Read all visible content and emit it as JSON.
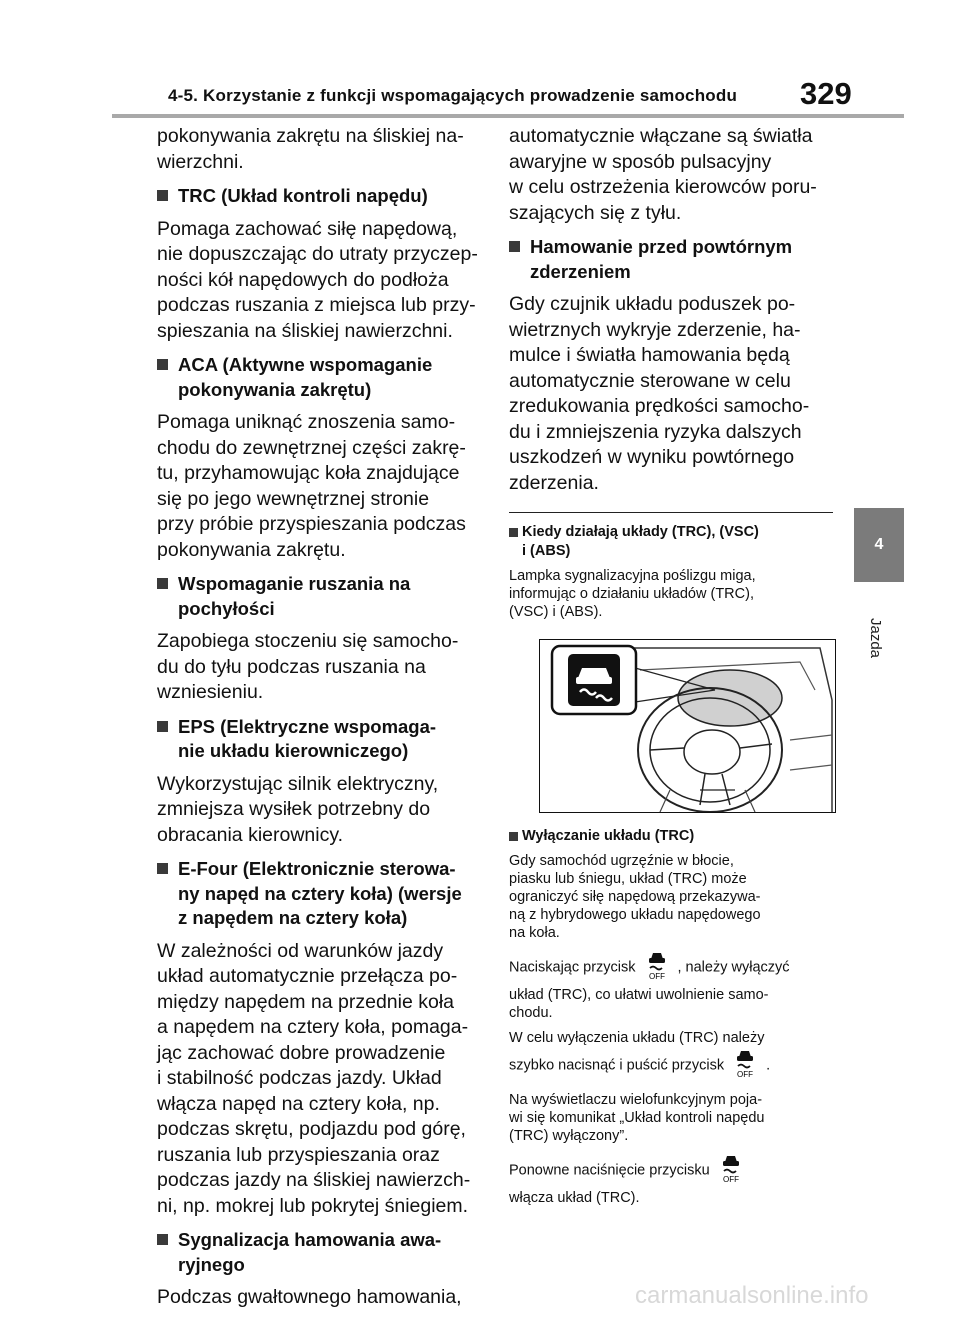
{
  "header": {
    "title": "4-5. Korzystanie z funkcji wspomagających prowadzenie samochodu",
    "page_number": "329"
  },
  "side_tab": {
    "number": "4",
    "label": "Jazda"
  },
  "left": {
    "p0": "pokonywania zakrętu na śliskiej na-\nwierzchni.",
    "h1": "TRC (Układ kontroli napędu)",
    "p1": "Pomaga zachować siłę napędową,\nnie dopuszczając do utraty przyczep-\nności kół napędowych do podłoża\npodczas ruszania z miejsca lub przy-\nspieszania na śliskiej nawierzchni.",
    "h2": "ACA (Aktywne wspomaganie\npokonywania zakrętu)",
    "p2": "Pomaga uniknąć znoszenia samo-\nchodu do zewnętrznej części zakrę-\ntu, przyhamowując koła znajdujące\nsię po jego wewnętrznej stronie\nprzy próbie przyspieszania podczas\npokonywania zakrętu.",
    "h3": "Wspomaganie ruszania na\npochyłości",
    "p3": "Zapobiega stoczeniu się samocho-\ndu do tyłu podczas ruszania na\nwzniesieniu.",
    "h4": "EPS (Elektryczne wspomaga-\nnie układu kierowniczego)",
    "p4": "Wykorzystując silnik elektryczny,\nzmniejsza wysiłek potrzebny do\nobracania kierownicy.",
    "h5": "E-Four (Elektronicznie sterowa-\nny napęd na cztery koła) (wersje\nz napędem na cztery koła)",
    "p5": "W zależności od warunków jazdy\nukład automatycznie przełącza po-\nmiędzy napędem na przednie koła\na napędem na cztery koła, pomaga-\njąc zachować dobre prowadzenie\ni stabilność podczas jazdy. Układ\nwłącza napęd na cztery koła, np.\npodczas skrętu, podjazdu pod górę,\nruszania lub przyspieszania oraz\npodczas jazdy na śliskiej nawierzch-\nni, np. mokrej lub pokrytej śniegiem.",
    "h6": "Sygnalizacja hamowania awa-\nryjnego",
    "p6": "Podczas gwałtownego hamowania,"
  },
  "right": {
    "p0": "automatycznie włączane są światła\nawaryjne w sposób pulsacyjny\nw celu ostrzeżenia kierowców poru-\nszających się z tyłu.",
    "h1": "Hamowanie przed powtórnym\nzderzeniem",
    "p1": "Gdy czujnik układu poduszek po-\nwietrznych wykryje zderzenie, ha-\nmulce i światła hamowania będą\nautomatycznie sterowane w celu\nzredukowania prędkości samocho-\ndu i zmniejszenia ryzyka dalszych\nuszkodzeń w wyniku powtórnego\nzderzenia.",
    "sh1": "Kiedy działają układy (TRC), (VSC)\ni (ABS)",
    "sp1": "Lampka sygnalizacyjna poślizgu miga,\ninformując o działaniu układów (TRC),\n(VSC) i (ABS).",
    "sh2": "Wyłączanie układu (TRC)",
    "sp2": "Gdy samochód ugrzęźnie w błocie,\npiasku lub śniegu, układ (TRC) może\nograniczyć siłę napędową przekazywa-\nną z hybrydowego układu napędowego\nna koła.",
    "sp3a": "Naciskając przycisk",
    "sp3b": ", należy wyłączyć",
    "sp3c": "układ (TRC), co ułatwi uwolnienie samo-\nchodu.",
    "sp4a": "W celu wyłączenia układu (TRC) należy",
    "sp4b": "szybko nacisnąć i puścić przycisk",
    "sp4c": ".",
    "sp5": "Na wyświetlaczu wielofunkcyjnym poja-\nwi się komunikat „Układ kontroli napędu\n(TRC) wyłączony”.",
    "sp6a": "Ponowne naciśnięcie przycisku",
    "sp6b": "włącza układ (TRC).",
    "icon_off_label": "OFF"
  },
  "watermark": "carmanualsonline.info"
}
